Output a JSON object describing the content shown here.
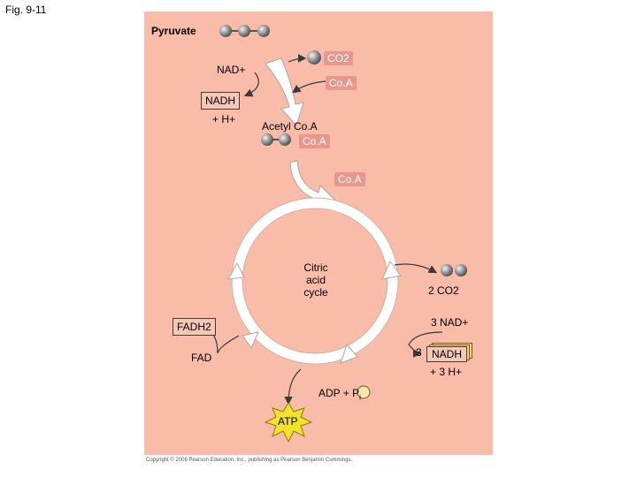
{
  "figure_label": "Fig. 9-11",
  "labels": {
    "pyruvate": "Pyruvate",
    "nad_plus_top": "NAD+",
    "co2_top": "CO2",
    "coa_top": "Co.A",
    "nadh_top": "NADH",
    "h_plus_top": "+ H+",
    "acetyl_coa": "Acetyl Co.A",
    "coa_acetyl": "Co.A",
    "coa_enter": "Co.A",
    "cycle_line1": "Citric",
    "cycle_line2": "acid",
    "cycle_line3": "cycle",
    "two_co2": "2 CO2",
    "three_nad": "3 NAD+",
    "three_prefix": "3",
    "nadh_right": "NADH",
    "three_h_plus": "+ 3 H+",
    "fadh2": "FADH2",
    "fad": "FAD",
    "adp_pi": "ADP + P",
    "pi_sub": "i",
    "atp": "ATP"
  },
  "copyright": "Copyright © 2008 Pearson Education, Inc., publishing as Pearson Benjamin Cummings.",
  "colors": {
    "panel": "#f8bca8",
    "tag": "#e7978b",
    "arrow": "#ffffff",
    "atp_star": "#f2e22a",
    "molecule": "#8a8a8a"
  }
}
